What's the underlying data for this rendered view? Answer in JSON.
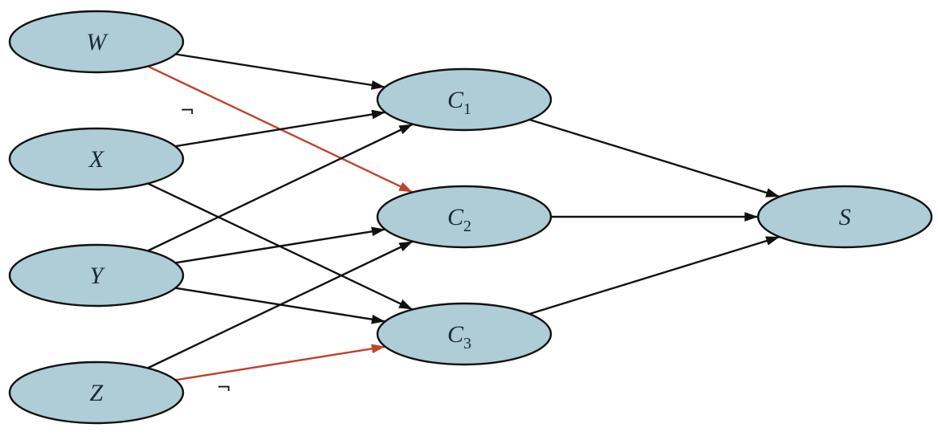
{
  "diagram": {
    "colors": {
      "node_fill": "#aecdd6",
      "node_stroke": "#111111",
      "edge_default": "#111111",
      "edge_negated": "#c0432c"
    },
    "nodes": [
      {
        "id": "W",
        "label": "W",
        "sub": "",
        "layer": "input"
      },
      {
        "id": "X",
        "label": "X",
        "sub": "",
        "layer": "input"
      },
      {
        "id": "Y",
        "label": "Y",
        "sub": "",
        "layer": "input"
      },
      {
        "id": "Z",
        "label": "Z",
        "sub": "",
        "layer": "input"
      },
      {
        "id": "C1",
        "label": "C",
        "sub": "1",
        "layer": "clause"
      },
      {
        "id": "C2",
        "label": "C",
        "sub": "2",
        "layer": "clause"
      },
      {
        "id": "C3",
        "label": "C",
        "sub": "3",
        "layer": "clause"
      },
      {
        "id": "S",
        "label": "S",
        "sub": "",
        "layer": "output"
      }
    ],
    "edges": [
      {
        "from": "W",
        "to": "C1",
        "negated": false,
        "label": ""
      },
      {
        "from": "W",
        "to": "C2",
        "negated": true,
        "label": "¬"
      },
      {
        "from": "X",
        "to": "C1",
        "negated": false,
        "label": ""
      },
      {
        "from": "X",
        "to": "C3",
        "negated": false,
        "label": ""
      },
      {
        "from": "Y",
        "to": "C1",
        "negated": false,
        "label": ""
      },
      {
        "from": "Y",
        "to": "C2",
        "negated": false,
        "label": ""
      },
      {
        "from": "Y",
        "to": "C3",
        "negated": false,
        "label": ""
      },
      {
        "from": "Z",
        "to": "C2",
        "negated": false,
        "label": ""
      },
      {
        "from": "Z",
        "to": "C3",
        "negated": true,
        "label": "¬"
      },
      {
        "from": "C1",
        "to": "S",
        "negated": false,
        "label": ""
      },
      {
        "from": "C2",
        "to": "S",
        "negated": false,
        "label": ""
      },
      {
        "from": "C3",
        "to": "S",
        "negated": false,
        "label": ""
      }
    ]
  }
}
